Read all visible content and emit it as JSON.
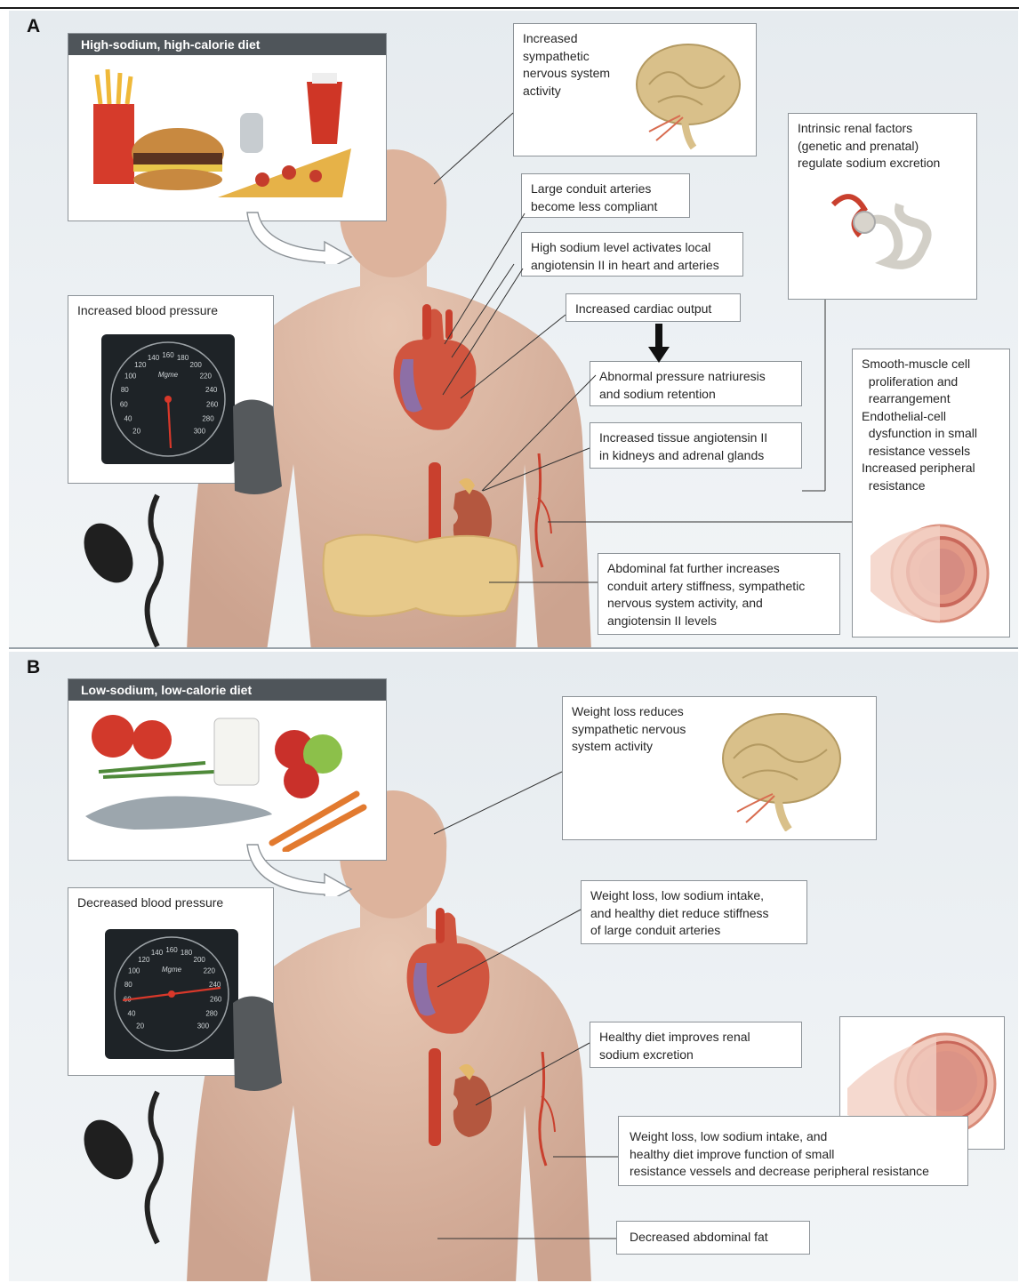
{
  "panels": {
    "a": {
      "letter": "A",
      "diet_title": "High-sodium, high-calorie diet",
      "bp_title": "Increased blood pressure",
      "labels": {
        "sympathetic": "Increased\nsympathetic\nnervous system\nactivity",
        "renal_factors": "Intrinsic renal factors\n(genetic and prenatal)\nregulate sodium excretion",
        "conduit": "Large conduit arteries\nbecome less compliant",
        "angiotensin_heart": "High sodium level activates local\nangiotensin II in heart and arteries",
        "cardiac_output": "Increased cardiac output",
        "natriuresis": "Abnormal pressure natriuresis\nand sodium retention",
        "tissue_angiotensin": "Increased tissue angiotensin II\nin kidneys and adrenal glands",
        "smooth_muscle": "Smooth-muscle cell\n  proliferation and\n  rearrangement\nEndothelial-cell\n  dysfunction in small\n  resistance vessels\nIncreased peripheral\n  resistance",
        "abdominal_fat": "Abdominal fat further increases\nconduit artery stiffness, sympathetic\nnervous system activity, and\nangiotensin II levels"
      }
    },
    "b": {
      "letter": "B",
      "diet_title": "Low-sodium, low-calorie diet",
      "bp_title": "Decreased blood pressure",
      "labels": {
        "weight_loss_sns": "Weight loss reduces\nsympathetic nervous\nsystem activity",
        "conduit_stiffness": "Weight loss, low sodium intake,\nand healthy diet reduce stiffness\nof large conduit arteries",
        "renal": "Healthy diet improves renal\nsodium excretion",
        "small_vessels": "Weight loss, low sodium intake, and\nhealthy diet improve function of small\nresistance vessels and decrease peripheral resistance",
        "abdominal_fat": "Decreased abdominal fat"
      }
    }
  },
  "gauge": {
    "ticks": [
      "20",
      "40",
      "60",
      "80",
      "100",
      "120",
      "140",
      "160",
      "180",
      "200",
      "220",
      "240",
      "260",
      "280",
      "300"
    ],
    "brand": "Mgme"
  },
  "colors": {
    "skin": "#e1b8a0",
    "heart": "#d0553f",
    "artery": "#c9402e",
    "brain": "#d9c08a",
    "fat": "#e7c98a",
    "header": "#4f555a"
  }
}
